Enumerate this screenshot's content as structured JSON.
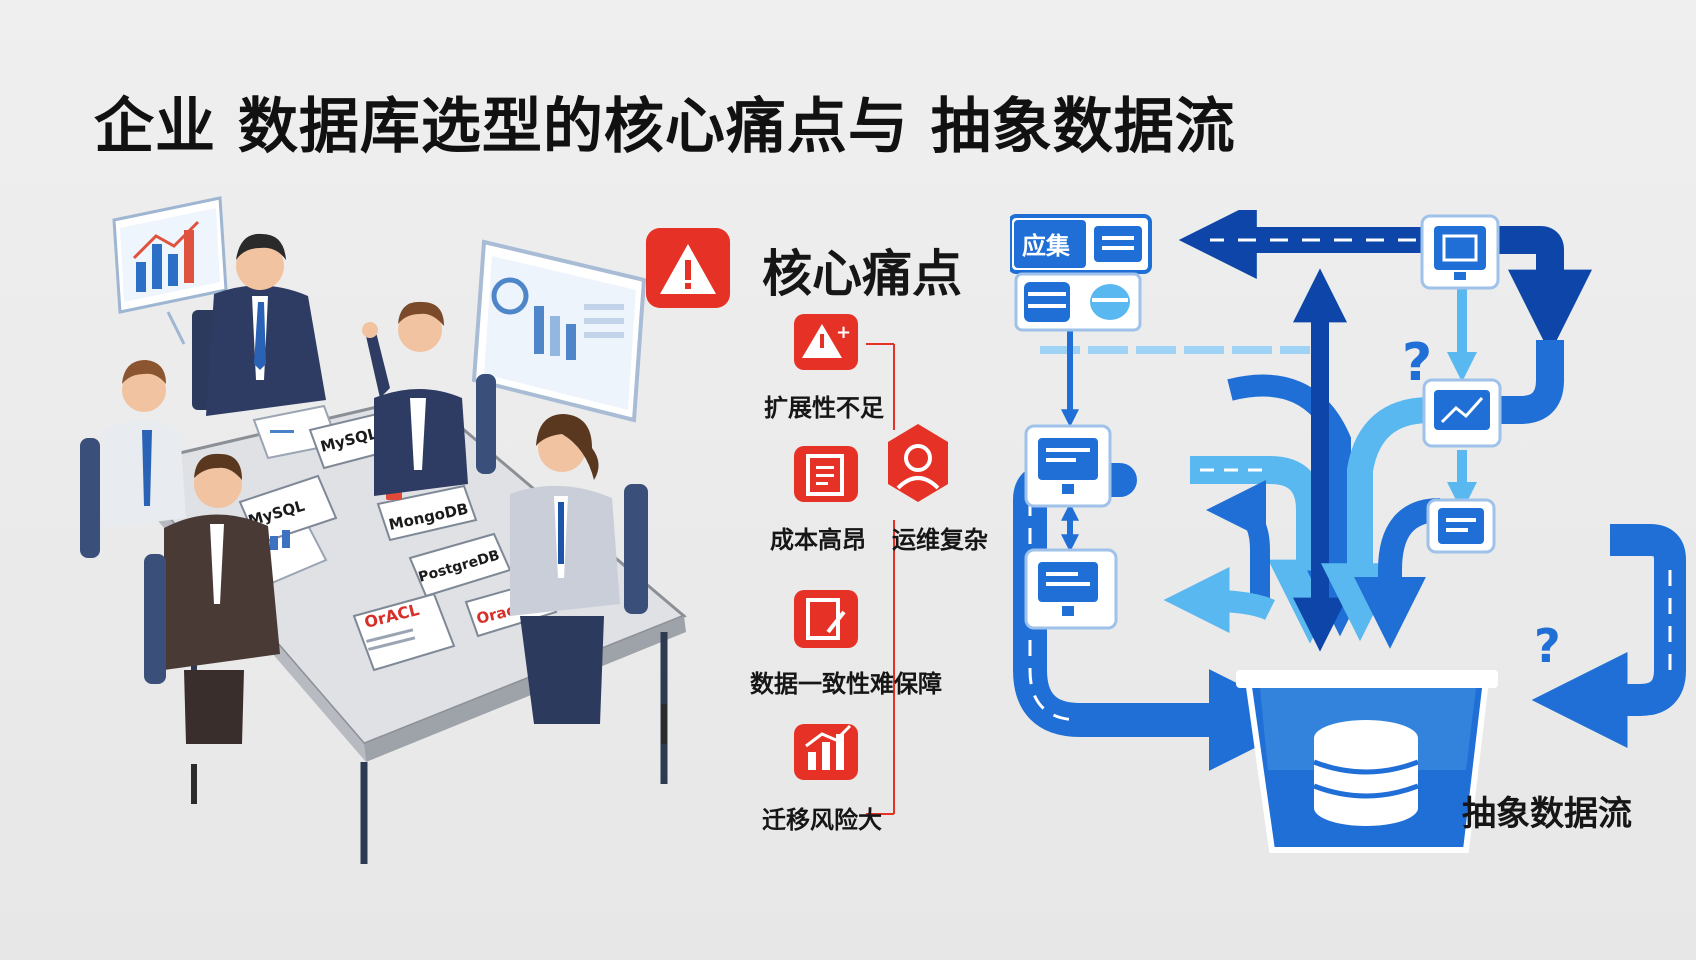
{
  "title": "企业 数据库选型的核心痛点与 抽象数据流",
  "pain_section": {
    "title": "核心痛点",
    "items": [
      "扩展性不足",
      "成本高昂",
      "运维复杂",
      "数据一致性难保障",
      "迁移风险大"
    ]
  },
  "meeting_illustration": {
    "database_labels": [
      "MySQL",
      "MySQL",
      "MongoDB",
      "PostgreDB",
      "OrACL",
      "Oracle"
    ]
  },
  "flow_section": {
    "title": "抽象数据流",
    "app_label": "应集",
    "question_marks": [
      "?",
      "?"
    ]
  },
  "colors": {
    "alert_red": "#e63226",
    "flow_blue": "#1f6fd6",
    "flow_light": "#59b8f0",
    "flow_dark": "#0d46a8"
  }
}
